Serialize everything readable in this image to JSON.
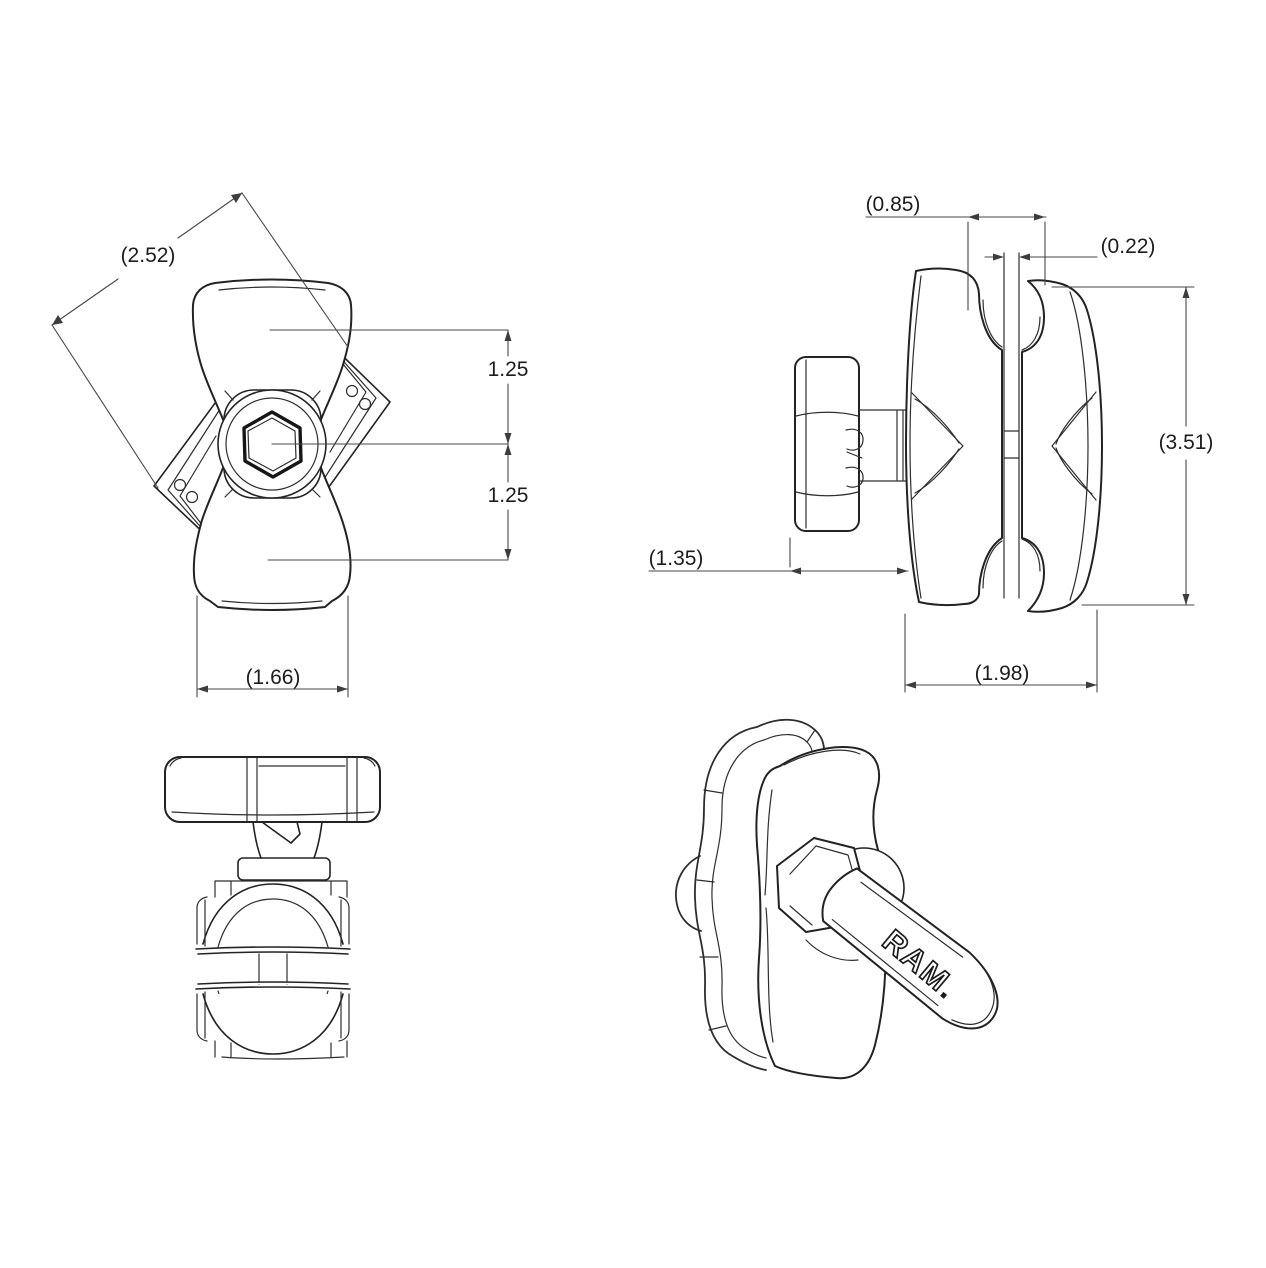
{
  "colors": {
    "background": "#ffffff",
    "outline": "#232323",
    "dimension_line": "#474747",
    "text": "#1d1d1d"
  },
  "dimensions": {
    "front_diagonal": "(2.52)",
    "front_center_to_top": "1.25",
    "front_center_to_bottom": "1.25",
    "front_width": "(1.66)",
    "side_knob_offset": "(0.85)",
    "side_gap": "(0.22)",
    "side_height": "(3.51)",
    "side_knob_length": "(1.35)",
    "side_depth": "(1.98)"
  },
  "logo": {
    "text": "RAM",
    "dot": "."
  }
}
